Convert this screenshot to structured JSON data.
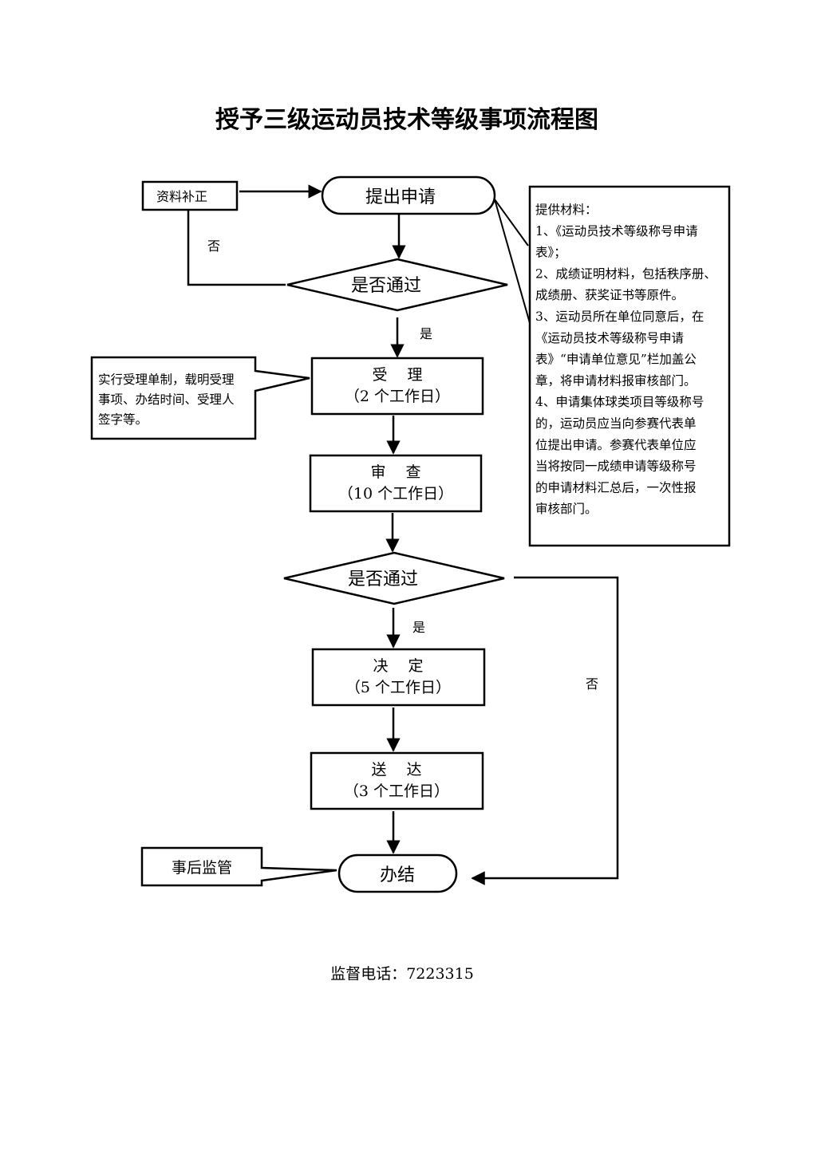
{
  "title": "授予三级运动员技术等级事项流程图",
  "nodes": {
    "supplement": "资料补正",
    "apply": "提出申请",
    "check1": "是否通过",
    "accept_title": "受　 理",
    "accept_days": "（2 个工作日）",
    "review_title": "审　 查",
    "review_days": "（10 个工作日）",
    "check2": "是否通过",
    "decide_title": "决　 定",
    "decide_days": "（5 个工作日）",
    "deliver_title": "送　 达",
    "deliver_days": "（3 个工作日）",
    "complete": "办结",
    "supervise": "事后监管"
  },
  "labels": {
    "no1": "否",
    "yes1": "是",
    "yes2": "是",
    "no2": "否"
  },
  "accept_note": [
    "实行受理单制，载明受理",
    "事项、办结时间、受理人",
    "签字等。"
  ],
  "materials": {
    "lines": [
      "提供材料：",
      "1、《运动员技术等级称号申请",
      "表》；",
      "2、成绩证明材料，包括秩序册、",
      "成绩册、获奖证书等原件。",
      "3、运动员所在单位同意后，在",
      "《运动员技术等级称号申请",
      "表》“申请单位意见”栏加盖公",
      "章，将申请材料报审核部门。",
      "4、申请集体球类项目等级称号",
      "的，运动员应当向参赛代表单",
      "位提出申请。参赛代表单位应",
      "当将按同一成绩申请等级称号",
      "的申请材料汇总后，一次性报",
      "审核部门。"
    ]
  },
  "footer": "监督电话：7223315"
}
